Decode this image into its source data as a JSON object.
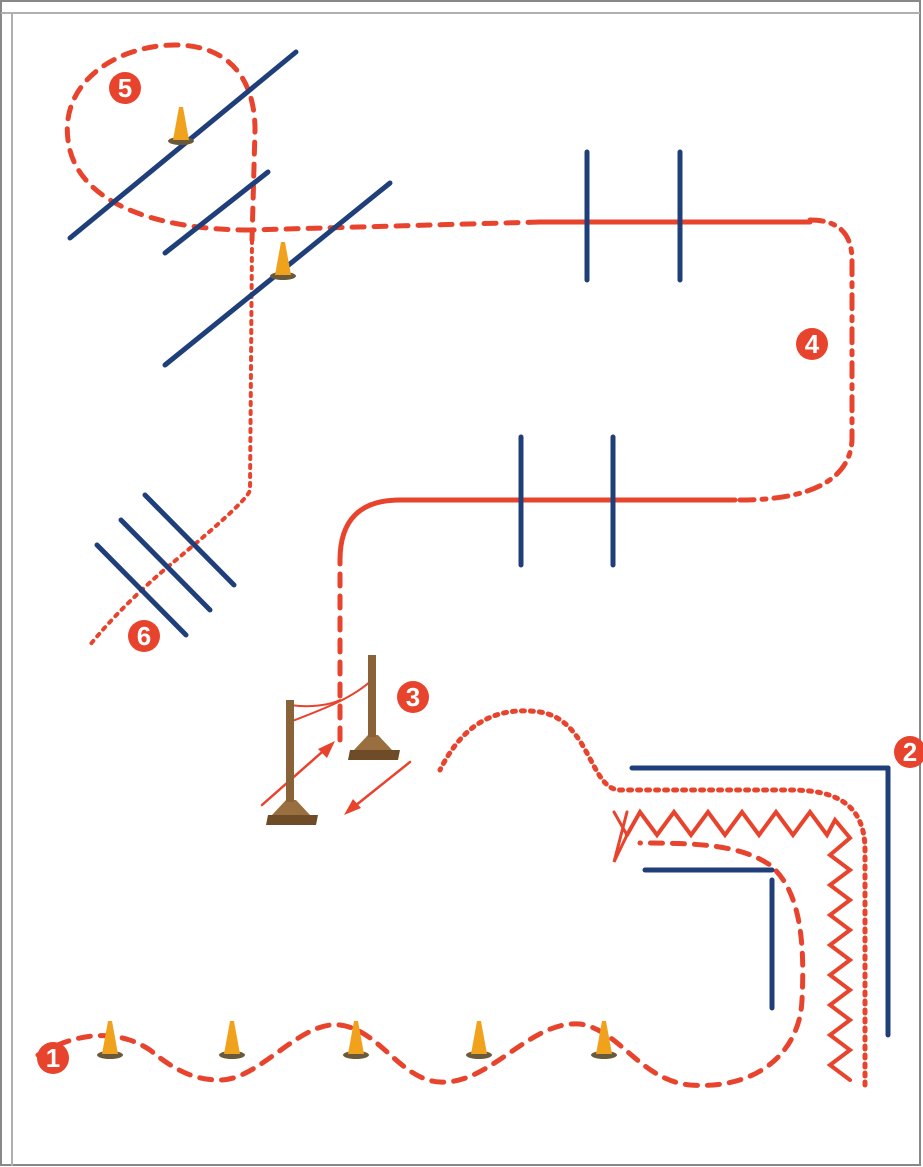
{
  "colors": {
    "route": "#e8432c",
    "pole": "#1f3f7a",
    "cone": "#f0a21c",
    "cone_base": "#6b5a3a",
    "stand": "#8a6238",
    "frame": "#888888",
    "marker_text": "#ffffff"
  },
  "markers": [
    {
      "id": "1",
      "label": "1"
    },
    {
      "id": "2",
      "label": "2"
    },
    {
      "id": "3",
      "label": "3"
    },
    {
      "id": "4",
      "label": "4"
    },
    {
      "id": "5",
      "label": "5"
    },
    {
      "id": "6",
      "label": "6"
    }
  ],
  "icons": {
    "cone": "traffic-cone-icon",
    "stand": "jump-stand-icon"
  }
}
